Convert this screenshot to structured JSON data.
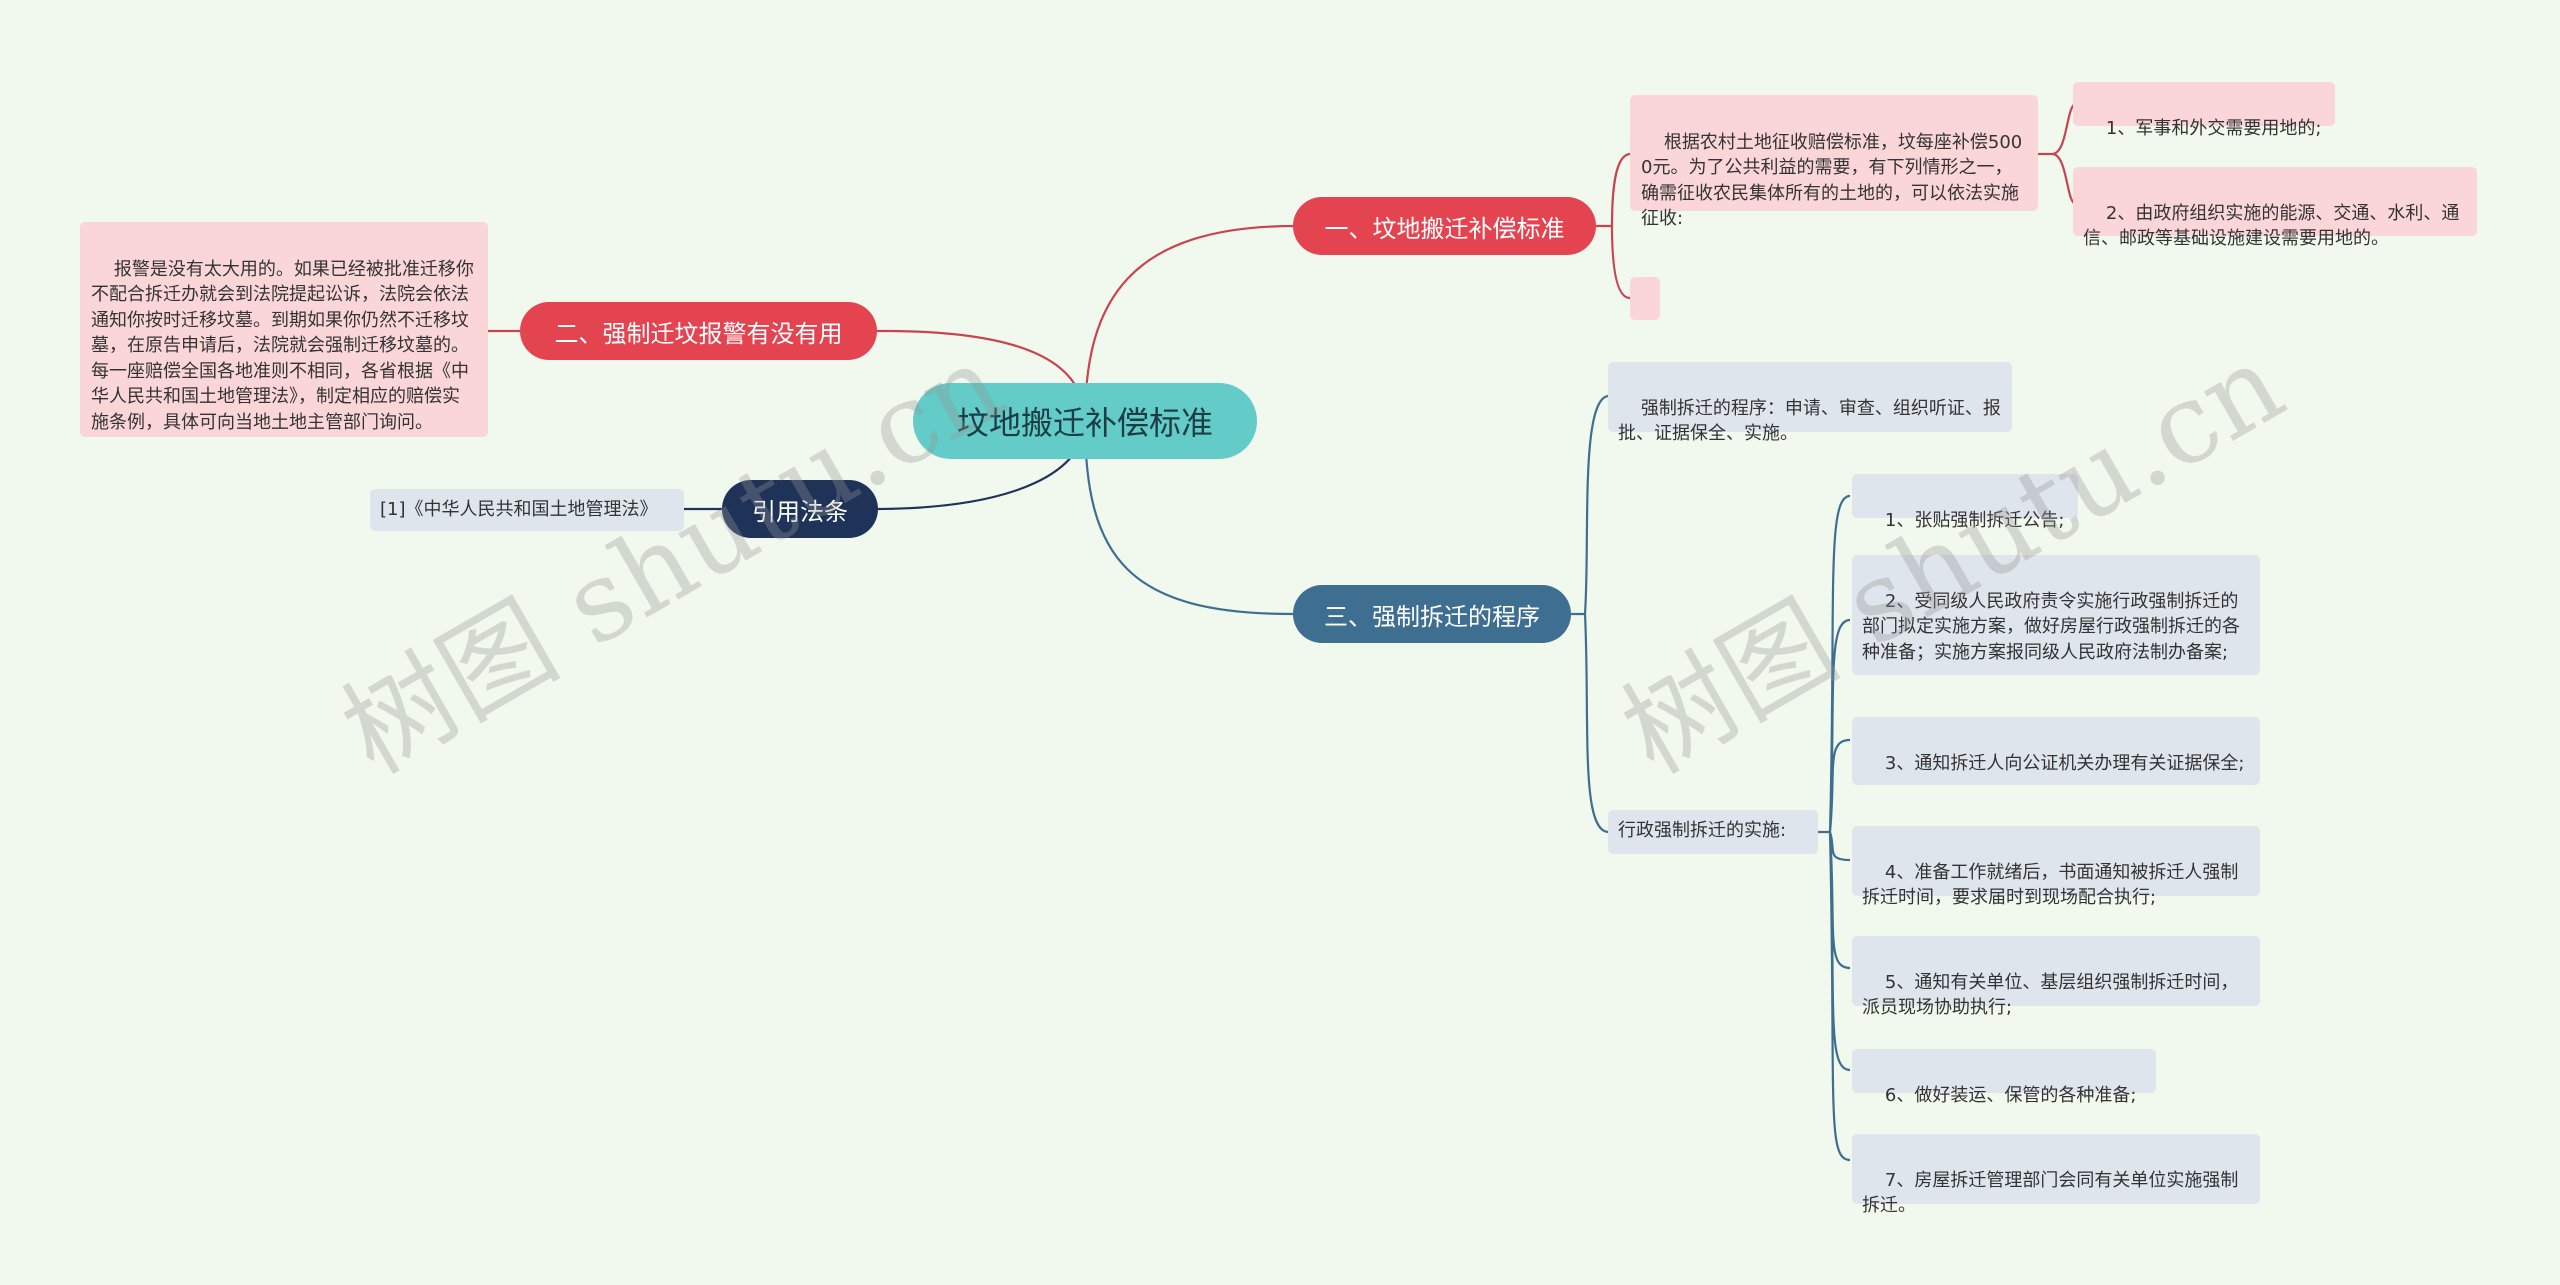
{
  "root": {
    "label": "坟地搬迁补偿标准"
  },
  "branches": {
    "b1": {
      "label": "一、坟地搬迁补偿标准",
      "detail": "根据农村土地征收赔偿标准，坟每座补偿5000元。为了公共利益的需要，有下列情形之一，确需征收农民集体所有的土地的，可以依法实施征收:",
      "items": [
        "1、军事和外交需要用地的;",
        "2、由政府组织实施的能源、交通、水利、通信、邮政等基础设施建设需要用地的。"
      ],
      "empty": ""
    },
    "b2": {
      "label": "二、强制迁坟报警有没有用",
      "detail": "报警是没有太大用的。如果已经被批准迁移你不配合拆迁办就会到法院提起讼诉，法院会依法通知你按时迁移坟墓。到期如果你仍然不迁移坟墓，在原告申请后，法院就会强制迁移坟墓的。每一座赔偿全国各地准则不相同，各省根据《中华人民共和国土地管理法》，制定相应的赔偿实施条例，具体可向当地土地主管部门询问。"
    },
    "b3": {
      "label": "引用法条",
      "detail": "[1]《中华人民共和国土地管理法》"
    },
    "b4": {
      "label": "三、强制拆迁的程序",
      "procedure": "强制拆迁的程序：申请、审查、组织听证、报批、证据保全、实施。",
      "impl_label": "行政强制拆迁的实施:",
      "steps": [
        "1、张贴强制拆迁公告;",
        "2、受同级人民政府责令实施行政强制拆迁的部门拟定实施方案，做好房屋行政强制拆迁的各种准备；实施方案报同级人民政府法制办备案;",
        "3、通知拆迁人向公证机关办理有关证据保全;",
        "4、准备工作就绪后，书面通知被拆迁人强制拆迁时间，要求届时到现场配合执行;",
        "5、通知有关单位、基层组织强制拆迁时间，派员现场协助执行;",
        "6、做好装运、保管的各种准备;",
        "7、房屋拆迁管理部门会同有关单位实施强制拆迁。"
      ]
    }
  },
  "watermark": "树图 shutu.cn",
  "colors": {
    "background": "#f1f8ee",
    "root": "#63cbc8",
    "red_branch": "#e44350",
    "blue_branch": "#3f6f90",
    "navy_branch": "#1f3358",
    "pink_leaf": "#fbd6d8",
    "gray_leaf": "#dfe5ec"
  }
}
